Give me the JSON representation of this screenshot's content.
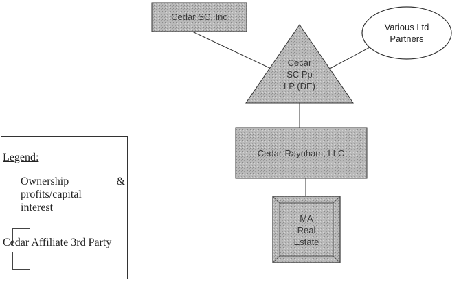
{
  "nodes": {
    "cedar_sc_inc": "Cedar SC, Inc",
    "various_partners_line1": "Various Ltd",
    "various_partners_line2": "Partners",
    "cedar_lp_line1": "Cecar",
    "cedar_lp_line2": "SC Pp",
    "cedar_lp_line3": "LP (DE)",
    "cedar_raynham": "Cedar-Raynham, LLC",
    "ma_re_line1": "MA",
    "ma_re_line2": "Real",
    "ma_re_line3": "Estate"
  },
  "legend": {
    "title": "Legend:",
    "ownership_line1": "Ownership",
    "ownership_amp": "&",
    "ownership_line2": "profits/capital",
    "ownership_line3": "interest",
    "affiliate_row": "Cedar Affiliate 3rd Party"
  },
  "colors": {
    "box_fill": "#b8b8b8",
    "outline": "#333333",
    "ellipse_fill": "#ffffff",
    "background": "#ffffff"
  }
}
